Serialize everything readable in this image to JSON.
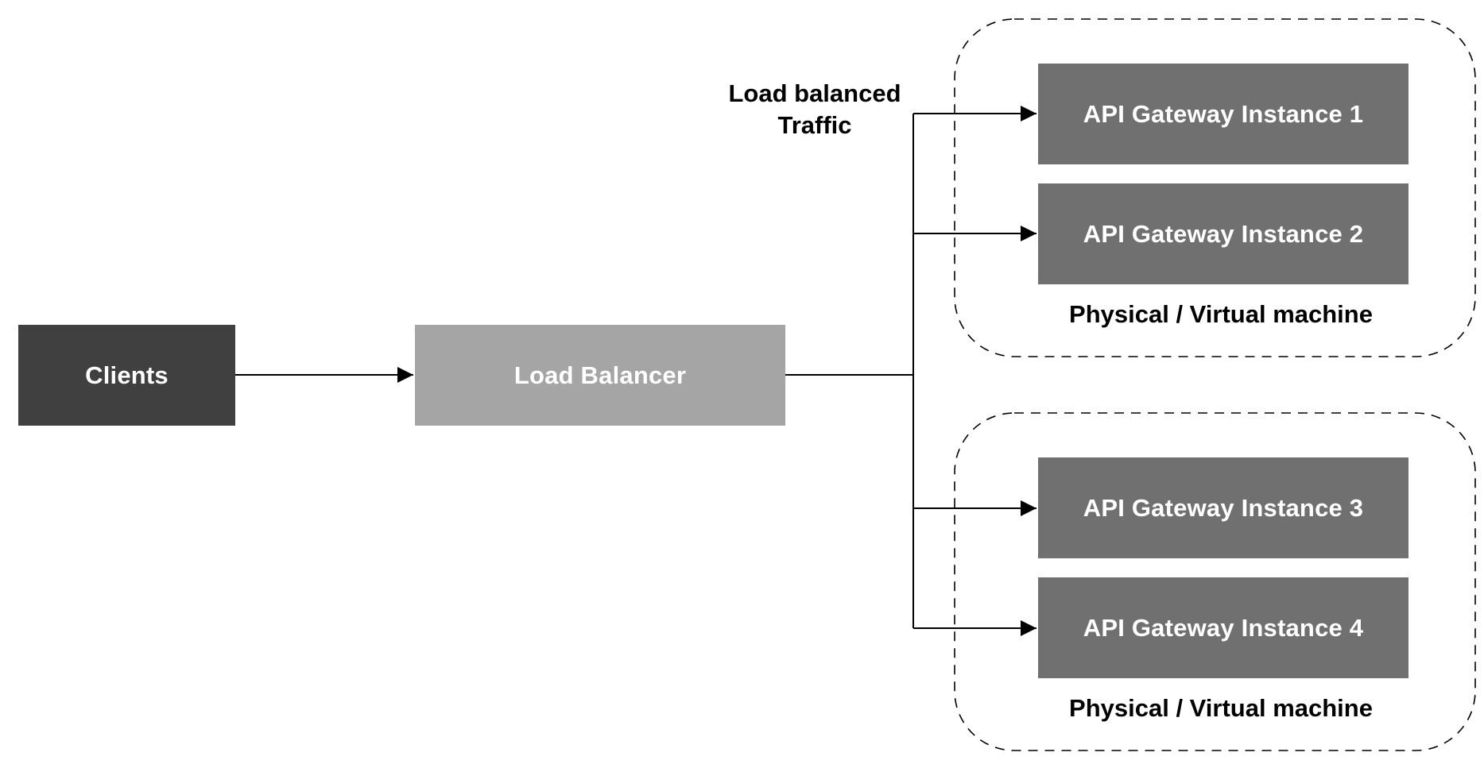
{
  "nodes": {
    "clients": "Clients",
    "load_balancer": "Load Balancer",
    "gateways": [
      "API Gateway Instance 1",
      "API Gateway Instance 2",
      "API Gateway Instance 3",
      "API Gateway Instance 4"
    ]
  },
  "edge_label": {
    "line1": "Load balanced",
    "line2": "Traffic"
  },
  "groups": [
    {
      "label": "Physical / Virtual machine"
    },
    {
      "label": "Physical / Virtual machine"
    }
  ],
  "colors": {
    "clients": "#404040",
    "load_balancer": "#a5a5a5",
    "gateway": "#707070",
    "text_on_box": "#ffffff",
    "lines": "#000000"
  }
}
